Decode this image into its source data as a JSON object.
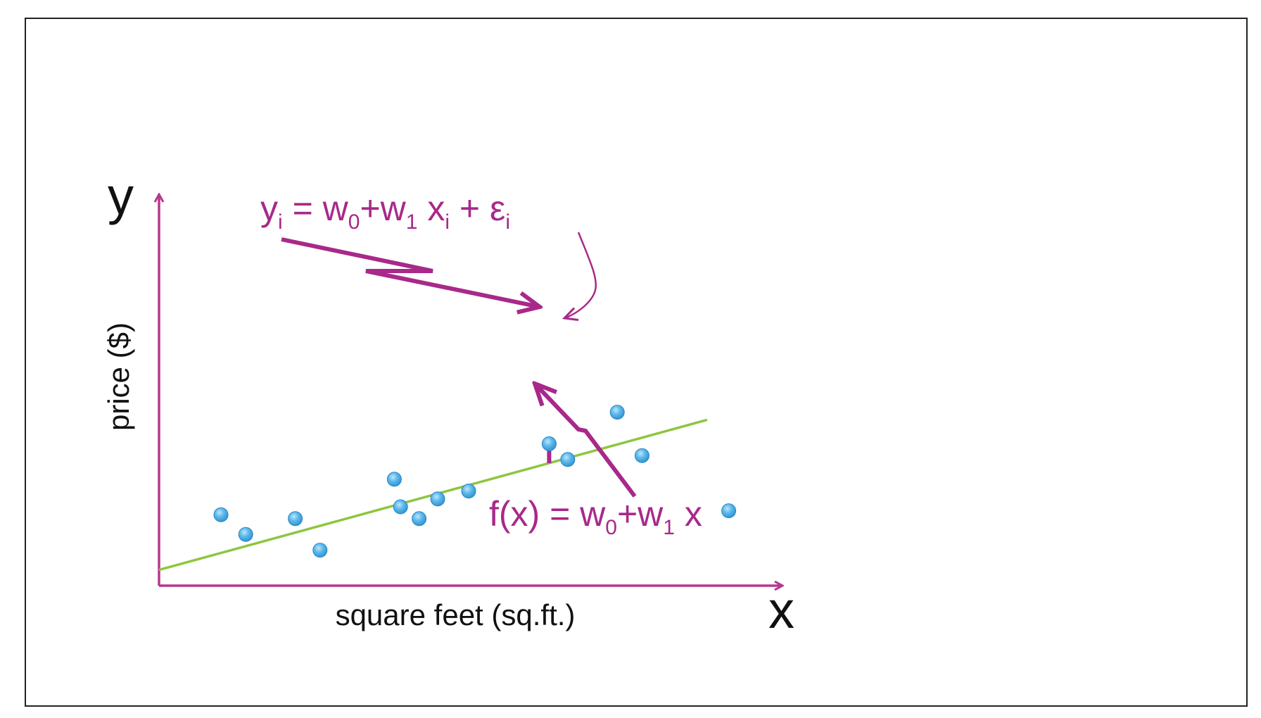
{
  "axes": {
    "y_letter": "y",
    "x_letter": "x",
    "y_label": "price ($)",
    "x_label": "square feet (sq.ft.)"
  },
  "equations": {
    "observed": {
      "y": "y",
      "y_sub": "i",
      "eq": " = w",
      "w0_sub": "0",
      "plus1": "+w",
      "w1_sub": "1",
      "x": " x",
      "x_sub": "i",
      "plus2": " +  ε",
      "eps_sub": "i"
    },
    "fit": {
      "fx": "f(x) = w",
      "w0_sub": "0",
      "plus": "+w",
      "w1_sub": "1",
      "x": " x"
    }
  },
  "colors": {
    "axis": "#b5388f",
    "annotation": "#a8298a",
    "regression_line": "#8dc63f",
    "points": "#4aaee6",
    "text": "#111111"
  },
  "chart_data": {
    "type": "scatter",
    "points": [
      [
        0.1,
        0.18
      ],
      [
        0.14,
        0.13
      ],
      [
        0.22,
        0.17
      ],
      [
        0.26,
        0.09
      ],
      [
        0.38,
        0.27
      ],
      [
        0.39,
        0.2
      ],
      [
        0.42,
        0.17
      ],
      [
        0.45,
        0.22
      ],
      [
        0.5,
        0.24
      ],
      [
        0.63,
        0.36
      ],
      [
        0.66,
        0.32
      ],
      [
        0.74,
        0.44
      ],
      [
        0.78,
        0.33
      ],
      [
        0.92,
        0.19
      ]
    ],
    "fit_line": {
      "intercept": 0.04,
      "slope": 0.43
    },
    "highlighted_point_index": 9
  }
}
